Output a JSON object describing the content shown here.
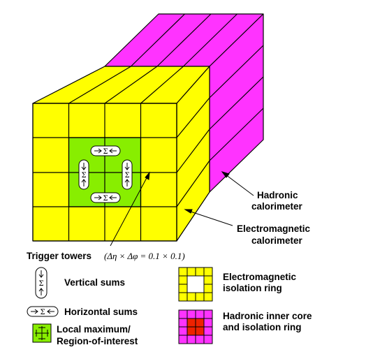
{
  "labels": {
    "hadronic_line1": "Hadronic",
    "hadronic_line2": "calorimeter",
    "em_line1": "Electromagnetic",
    "em_line2": "calorimeter",
    "trigger_towers": "Trigger towers",
    "granularity": "(Δη × Δφ = 0.1 × 0.1)"
  },
  "legend": {
    "vertical_sums": "Vertical sums",
    "horizontal_sums": "Horizontal sums",
    "local_max_line1": "Local maximum/",
    "local_max_line2": "Region-of-interest",
    "em_iso_line1": "Electromagnetic",
    "em_iso_line2": "isolation ring",
    "had_line1": "Hadronic inner core",
    "had_line2": "and isolation ring"
  },
  "symbols": {
    "sigma": "Σ"
  },
  "colors": {
    "em_layer": "#ffff00",
    "hadronic_layer": "#ff33ff",
    "region_of_interest": "#88ee00",
    "hadronic_core": "#ee2200",
    "outline": "#000000"
  }
}
